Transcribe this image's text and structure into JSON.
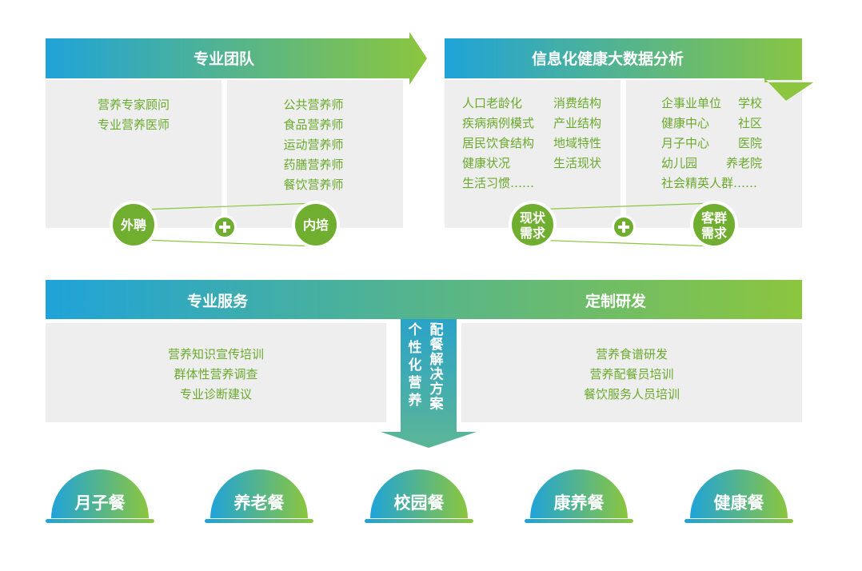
{
  "top_left": {
    "title": "专业团队",
    "col1": [
      "营养专家顾问",
      "专业营养医师"
    ],
    "col2": [
      "公共营养师",
      "食品营养师",
      "运动营养师",
      "药膳营养师",
      "餐饮营养师"
    ],
    "circle_left": "外聘",
    "circle_right": "内培"
  },
  "top_right": {
    "title": "信息化健康大数据分析",
    "col1": [
      [
        "人口老龄化",
        "消费结构"
      ],
      [
        "疾病病例模式",
        "产业结构"
      ],
      [
        "居民饮食结构",
        "地域特性"
      ],
      [
        "健康状况",
        "生活现状"
      ],
      [
        "生活习惯……",
        ""
      ]
    ],
    "col2": [
      [
        "企事业单位",
        "学校"
      ],
      [
        "健康中心",
        "社区"
      ],
      [
        "月子中心",
        "医院"
      ],
      [
        "幼儿园",
        "养老院"
      ],
      [
        "社会精英人群……",
        ""
      ]
    ],
    "circle_left": [
      "现状",
      "需求"
    ],
    "circle_right": [
      "客群",
      "需求"
    ]
  },
  "middle": {
    "left_title": "专业服务",
    "right_title": "定制研发",
    "left_items": [
      "营养知识宣传培训",
      "群体性营养调查",
      "专业诊断建议"
    ],
    "right_items": [
      "营养食谱研发",
      "营养配餐员培训",
      "餐饮服务人员培训"
    ],
    "vertical_col1": "个性化营养",
    "vertical_col2": "配餐解决方案"
  },
  "meals": [
    "月子餐",
    "养老餐",
    "校园餐",
    "康养餐",
    "健康餐"
  ],
  "colors": {
    "gradient_start": "#1fa3d8",
    "gradient_end": "#8cc63e",
    "text_green": "#6aaa2c",
    "circle_green": "#6fae2f",
    "panel_gray": "#eeeeee"
  }
}
